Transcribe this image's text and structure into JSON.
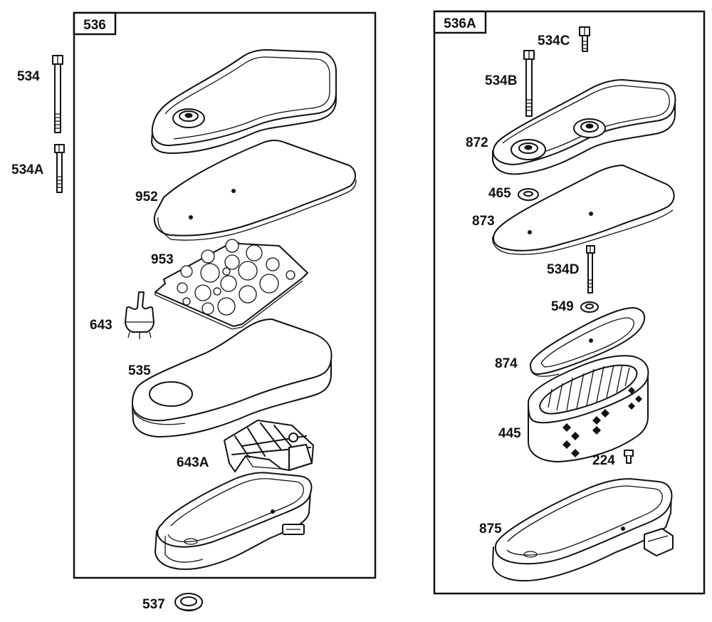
{
  "kits": {
    "left": "536",
    "right": "536A"
  },
  "labels": {
    "p534": "534",
    "p534A": "534A",
    "p952": "952",
    "p953": "953",
    "p643": "643",
    "p535": "535",
    "p643A": "643A",
    "p537": "537",
    "p534C": "534C",
    "p534B": "534B",
    "p872": "872",
    "p465": "465",
    "p873": "873",
    "p534D": "534D",
    "p549": "549",
    "p874": "874",
    "p445": "445",
    "p224": "224",
    "p875": "875"
  }
}
